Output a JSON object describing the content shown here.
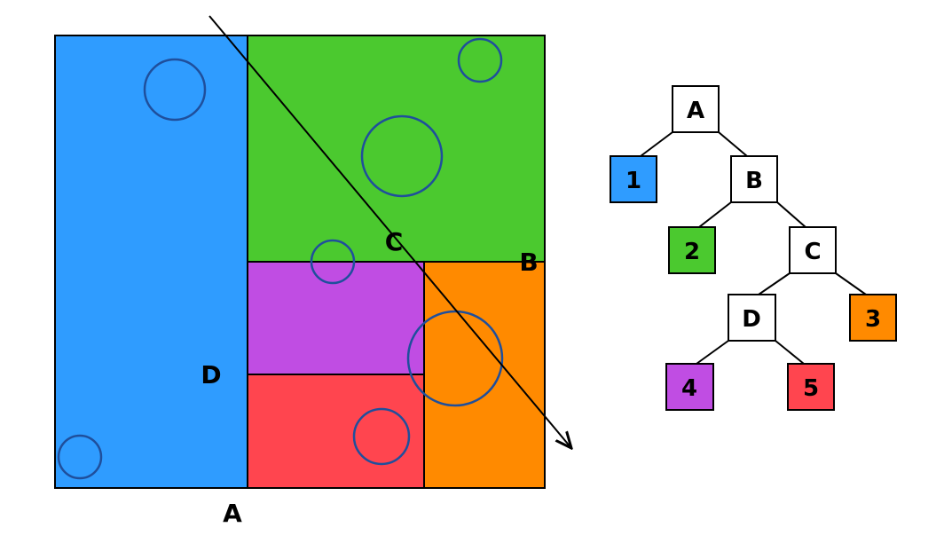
{
  "colors": {
    "region_1": "#2f9cff",
    "region_2": "#4bc92f",
    "region_3": "#ff8a00",
    "region_4": "#c04de3",
    "region_5": "#ff454f",
    "internal_node": "#ffffff",
    "circle_stroke": "#1f4f9c",
    "line": "#000000"
  },
  "partition": {
    "split_labels": {
      "A": "A",
      "B": "B",
      "C": "C",
      "D": "D"
    },
    "regions": [
      "1",
      "2",
      "3",
      "4",
      "5"
    ]
  },
  "tree": {
    "internal_nodes": [
      {
        "id": "A",
        "label": "A"
      },
      {
        "id": "B",
        "label": "B"
      },
      {
        "id": "C",
        "label": "C"
      },
      {
        "id": "D",
        "label": "D"
      }
    ],
    "leaves": [
      {
        "id": "1",
        "label": "1",
        "color_key": "region_1"
      },
      {
        "id": "2",
        "label": "2",
        "color_key": "region_2"
      },
      {
        "id": "3",
        "label": "3",
        "color_key": "region_3"
      },
      {
        "id": "4",
        "label": "4",
        "color_key": "region_4"
      },
      {
        "id": "5",
        "label": "5",
        "color_key": "region_5"
      }
    ],
    "edges": [
      [
        "A",
        "1"
      ],
      [
        "A",
        "B"
      ],
      [
        "B",
        "2"
      ],
      [
        "B",
        "C"
      ],
      [
        "C",
        "D"
      ],
      [
        "C",
        "3"
      ],
      [
        "D",
        "4"
      ],
      [
        "D",
        "5"
      ]
    ]
  }
}
